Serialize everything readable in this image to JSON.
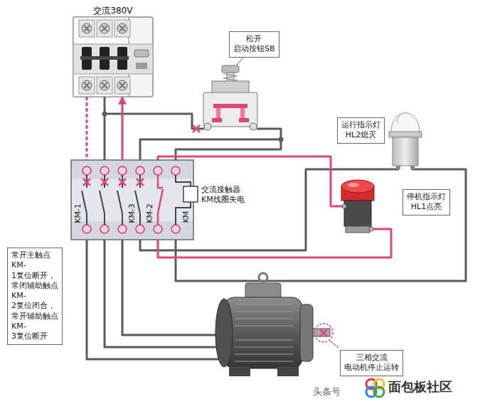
{
  "diagram": {
    "nodes": [
      {
        "text": [
          "交流380V"
        ]
      },
      {
        "text": [
          "松开 启动按钮SB"
        ]
      },
      {
        "text": [
          "运行指示灯 HL2熄灭"
        ]
      },
      {
        "text": [
          "KM-1",
          "KM-3",
          "KM-2",
          "KM"
        ]
      },
      {
        "text": [
          "停机指示灯 HL1点亮"
        ]
      },
      {
        "text": [
          "常开主触点 KM-1复位断开， 常闭辅助触点 KM-2复位闭合， 常开辅助触点 KM-3复位断开"
        ]
      },
      {
        "text": [
          "三相交流 电动机停止运转"
        ]
      }
    ],
    "edges": [
      {
        "from": 0,
        "to": 3,
        "arrow": "none"
      },
      {
        "from": 0,
        "to": 3,
        "arrow": "none"
      },
      {
        "from": 3,
        "to": 0,
        "arrow": "to"
      }
    ],
    "labels": [
      "交流接触器 KM线圈失电",
      "头条号",
      "面包板社区"
    ]
  }
}
